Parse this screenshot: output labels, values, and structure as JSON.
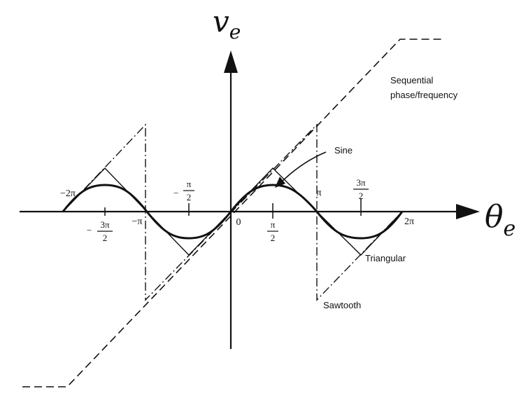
{
  "axes": {
    "y_symbol": "v",
    "y_subscript": "e",
    "x_symbol": "θ",
    "x_subscript": "e"
  },
  "tick_labels": {
    "minus_two_pi": "−2π",
    "minus_three_pi_over_two_num": "3π",
    "minus_three_pi_over_two_den": "2",
    "minus_three_pi_over_two_sign": "−",
    "minus_pi": "−π",
    "minus_pi_over_two_num": "π",
    "minus_pi_over_two_den": "2",
    "minus_pi_over_two_sign": "−",
    "zero": "0",
    "pi_over_two_num": "π",
    "pi_over_two_den": "2",
    "pi": "π",
    "three_pi_over_two_num": "3π",
    "three_pi_over_two_den": "2",
    "two_pi": "2π"
  },
  "curve_labels": {
    "sequential_line1": "Sequential",
    "sequential_line2": "phase/frequency",
    "sine": "Sine",
    "triangular": "Triangular",
    "sawtooth": "Sawtooth"
  },
  "chart_data": {
    "type": "line",
    "x_domain": [
      -6.2832,
      6.2832
    ],
    "series": [
      {
        "curve": "sine",
        "x": [
          -6.2832,
          -4.7124,
          -3.1416,
          -1.5708,
          0,
          1.5708,
          3.1416,
          4.7124,
          6.2832
        ],
        "y": [
          0,
          1,
          0,
          -1,
          0,
          1,
          0,
          -1,
          0
        ]
      },
      {
        "curve": "triangular",
        "x": [
          -6.2832,
          -4.7124,
          -3.1416,
          -1.5708,
          0,
          1.5708,
          3.1416,
          4.7124,
          6.2832
        ],
        "y": [
          0,
          1.57,
          0,
          -1.57,
          0,
          1.57,
          0,
          -1.57,
          0
        ]
      },
      {
        "curve": "sawtooth",
        "x": [
          -6.2832,
          -3.1416,
          -3.1416,
          3.1416,
          3.1416,
          6.2832
        ],
        "y": [
          0,
          3.1416,
          -3.1416,
          3.1416,
          -3.1416,
          0
        ]
      },
      {
        "curve": "sequential",
        "x": [
          -7.5,
          -6.2832,
          6.2832,
          7.5
        ],
        "y": [
          -6.2832,
          -6.2832,
          6.2832,
          6.2832
        ]
      }
    ]
  }
}
